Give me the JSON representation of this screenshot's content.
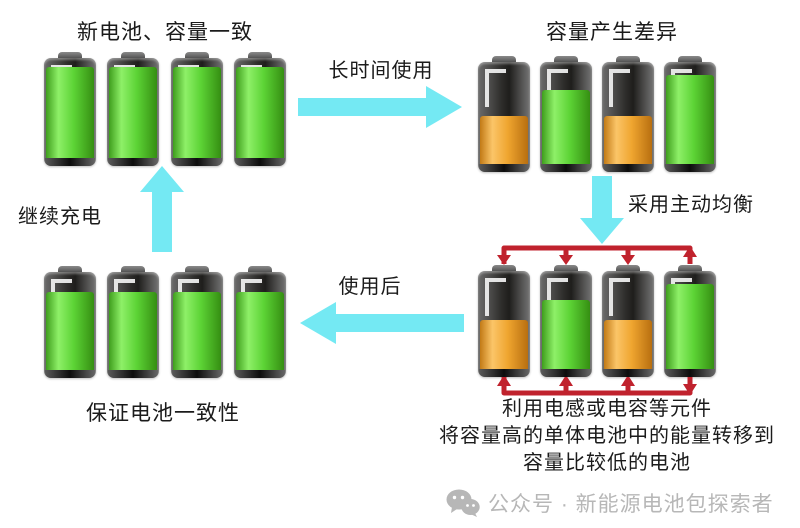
{
  "colors": {
    "background": "#ffffff",
    "arrow_cyan": "#74e9f3",
    "connector_red": "#c0222d",
    "text": "#1b1b1b",
    "watermark_gray": "#b7b7b7",
    "battery_green": "#5ed43a",
    "battery_orange": "#f0a837"
  },
  "labels": {
    "new_batteries": "新电池、容量一致",
    "capacity_diff": "容量产生差异",
    "long_use": "长时间使用",
    "active_balance": "采用主动均衡",
    "after_use": "使用后",
    "continue_charge": "继续充电",
    "consistency": "保证电池一致性"
  },
  "balance_note": {
    "line1": "利用电感或电容等元件",
    "line2": "将容量高的单体电池中的能量转移到",
    "line3": "容量比较低的电池"
  },
  "battery_groups": [
    {
      "id": "new-batteries",
      "cells": [
        {
          "level": 100,
          "color": "green"
        },
        {
          "level": 100,
          "color": "green"
        },
        {
          "level": 100,
          "color": "green"
        },
        {
          "level": 100,
          "color": "green"
        }
      ]
    },
    {
      "id": "diverged-batteries",
      "cells": [
        {
          "level": 52,
          "color": "orange"
        },
        {
          "level": 80,
          "color": "green"
        },
        {
          "level": 52,
          "color": "orange"
        },
        {
          "level": 96,
          "color": "green"
        }
      ]
    },
    {
      "id": "balancing-batteries",
      "cells": [
        {
          "level": 55,
          "color": "orange"
        },
        {
          "level": 78,
          "color": "green"
        },
        {
          "level": 55,
          "color": "orange"
        },
        {
          "level": 96,
          "color": "green"
        }
      ]
    },
    {
      "id": "consistent-batteries",
      "cells": [
        {
          "level": 88,
          "color": "green"
        },
        {
          "level": 88,
          "color": "green"
        },
        {
          "level": 88,
          "color": "green"
        },
        {
          "level": 88,
          "color": "green"
        }
      ]
    }
  ],
  "watermark": {
    "icon": "wechat-icon",
    "text": "公众号 · 新能源电池包探索者"
  }
}
